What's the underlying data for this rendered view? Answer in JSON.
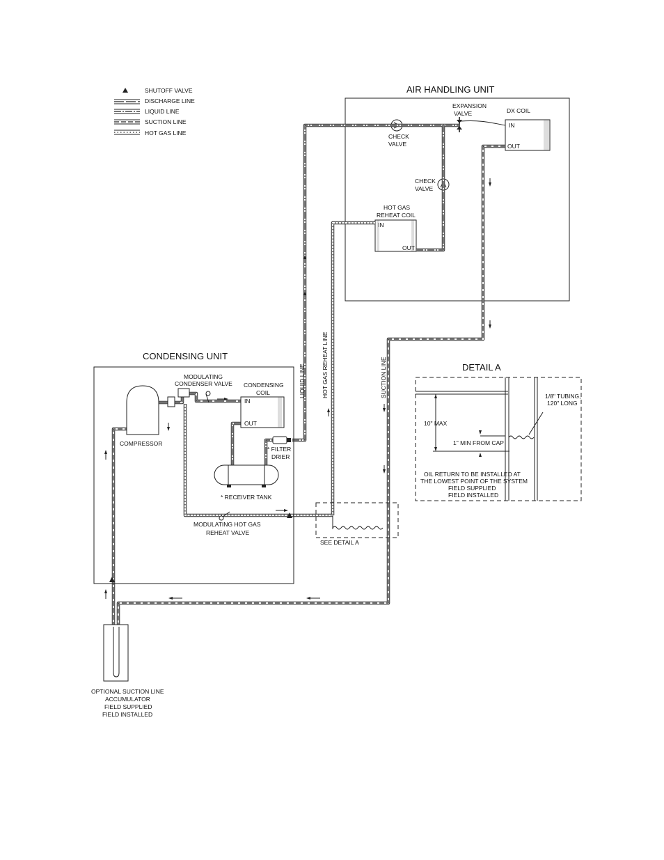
{
  "legend": {
    "shutoff_valve": "SHUTOFF VALVE",
    "discharge_line": "DISCHARGE LINE",
    "liquid_line": "LIQUID LINE",
    "suction_line": "SUCTION LINE",
    "hot_gas_line": "HOT GAS LINE"
  },
  "air_handling_unit": {
    "title": "AIR HANDLING UNIT",
    "expansion_valve": [
      "EXPANSION",
      "VALVE"
    ],
    "dx_coil": "DX COIL",
    "in": "IN",
    "out": "OUT",
    "check_valve_top": [
      "CHECK",
      "VALVE"
    ],
    "check_valve_right": [
      "CHECK",
      "VALVE"
    ],
    "reheat_coil": [
      "HOT GAS",
      "REHEAT COIL"
    ]
  },
  "condensing_unit": {
    "title": "CONDENSING UNIT",
    "modulating_condenser_valve": [
      "MODULATING",
      "CONDENSER VALVE"
    ],
    "condensing_coil": [
      "CONDENSING",
      "COIL"
    ],
    "compressor": "COMPRESSOR",
    "filter_drier": [
      "* FILTER",
      "DRIER"
    ],
    "receiver_tank": "* RECEIVER TANK",
    "modulating_hot_gas_reheat_valve": [
      "MODULATING HOT GAS",
      "REHEAT VALVE"
    ]
  },
  "vertical_labels": {
    "liquid_line": "LIQUID LINE",
    "hot_gas_reheat_line": "HOT GAS REHEAT LINE",
    "suction_line": "SUCTION LINE"
  },
  "see_detail_a": "SEE DETAIL A",
  "detail_a": {
    "title": "DETAIL A",
    "tubing": [
      "1/8\" TUBING,",
      "120\" LONG"
    ],
    "max": "10\" MAX",
    "min_from_cap": "1\" MIN FROM CAP",
    "note": [
      "OIL RETURN TO BE INSTALLED AT",
      "THE LOWEST POINT OF THE SYSTEM",
      "FIELD SUPPLIED",
      "FIELD INSTALLED"
    ]
  },
  "accumulator": [
    "OPTIONAL SUCTION LINE",
    "ACCUMULATOR",
    "FIELD SUPPLIED",
    "FIELD INSTALLED"
  ]
}
